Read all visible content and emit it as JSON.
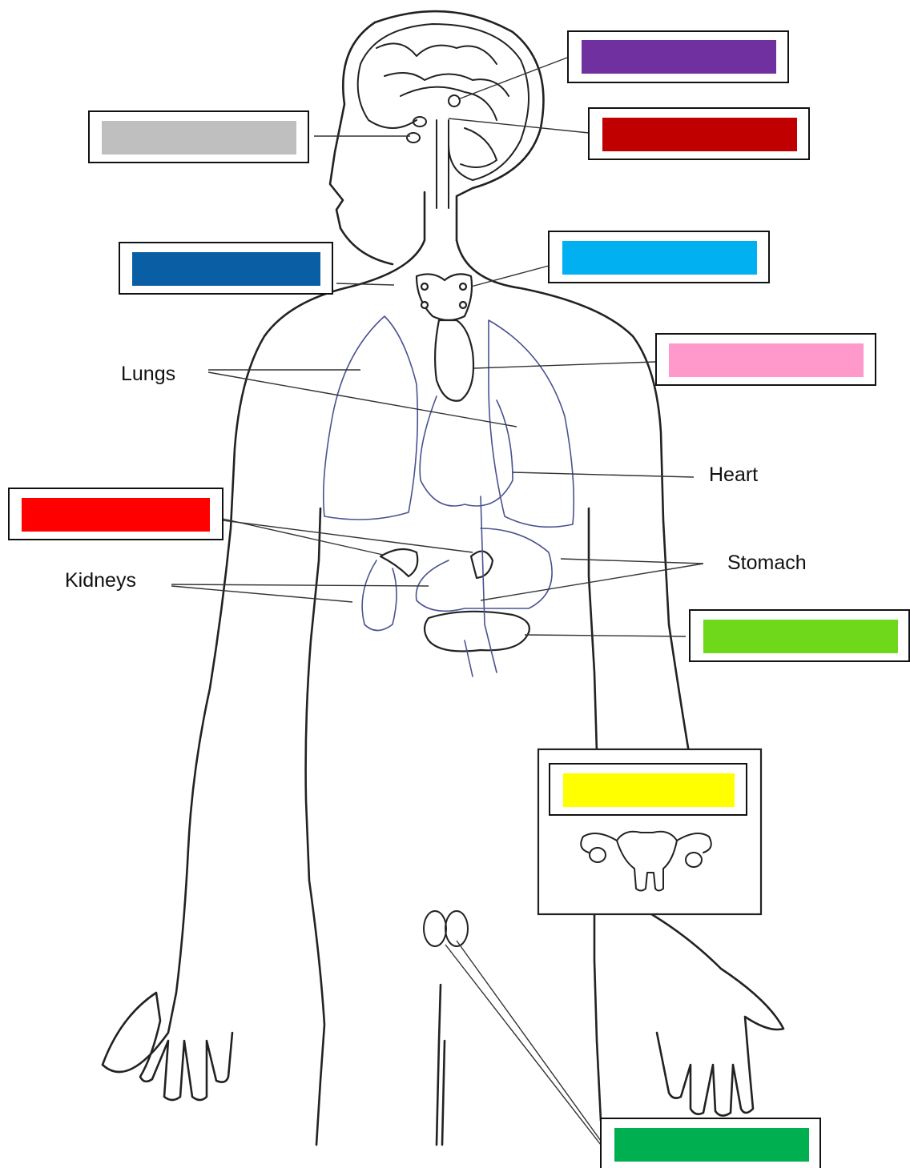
{
  "labels": {
    "lungs": "Lungs",
    "heart": "Heart",
    "stomach": "Stomach",
    "kidneys": "Kidneys"
  },
  "answer_boxes": [
    {
      "id": "pineal",
      "color": "#7030a0"
    },
    {
      "id": "pituitary",
      "color": "#bfbfbf"
    },
    {
      "id": "hypothalamus",
      "color": "#c00000"
    },
    {
      "id": "parathyroid",
      "color": "#0a5ea4"
    },
    {
      "id": "thyroid",
      "color": "#00b0f0"
    },
    {
      "id": "thymus",
      "color": "#ff99cc"
    },
    {
      "id": "adrenal",
      "color": "#ff0000"
    },
    {
      "id": "pancreas",
      "color": "#70d81a"
    },
    {
      "id": "ovaries",
      "color": "#ffff00"
    },
    {
      "id": "testes",
      "color": "#00b050"
    }
  ]
}
